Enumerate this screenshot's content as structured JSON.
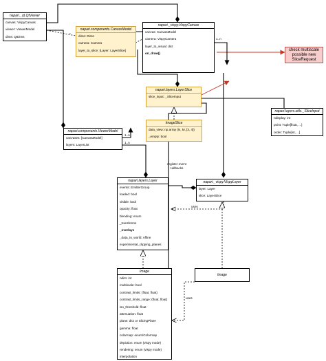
{
  "classes": {
    "qtviewer": {
      "title": "napari._qt.QtViewer",
      "attrs": [
        "canvas: VispyCanvas",
        "viewer: ViewerModel",
        "dims: QtDims"
      ]
    },
    "canvasmodel": {
      "title": "napari.components.CanvasModel",
      "attrs": [
        "dims: Dims",
        "camera: Camera",
        "layer_to_slice: {Layer: LayerSlice}"
      ]
    },
    "vispycanvas": {
      "title": "napari._vispy.VispyCanvas",
      "attrs": [
        "canvas: CanvasModel",
        "camera: VispyCamera",
        "layer_to_visual: dict",
        "on_draw()"
      ]
    },
    "layerslice": {
      "title": "napari.layers.LayerSlice",
      "attrs": [
        "slice_input: _SliceInput"
      ]
    },
    "sliceinput": {
      "title": "napari.layers.utils._SliceInput",
      "attrs": [
        "ndisplay: int",
        "point: Tuple[float, ...]",
        "order: Tuple[int, ...]"
      ]
    },
    "imageslice": {
      "title": "ImageSlice",
      "attrs": [
        "data_view: np.array (N, M, [3, 4])",
        "_empty: bool"
      ]
    },
    "viewermodel": {
      "title": "napari.components.ViewerModel",
      "attrs": [
        "canvases: [CanvasModel]",
        "layers: LayerList"
      ]
    },
    "layer": {
      "title": "napari.layers.Layer",
      "attrs": [
        "events: EmitterGroup",
        "loaded: bool",
        "visible: bool",
        "opacity: float",
        "blending: enum",
        "_transforms",
        "_overlays",
        "_data_to_world: Affine",
        "experimental_clipping_planes"
      ]
    },
    "vispylayer": {
      "title": "napari._vispy.VispyLayer",
      "attrs": [
        "layer: Layer",
        "slice: LayerSlice"
      ]
    },
    "image": {
      "title": "Image",
      "attrs": [
        "ndim: int",
        "multiscale: bool",
        "contrast_limits: (float, float)",
        "contrast_limits_range: (float, float)",
        "iso_threshold: float",
        "attenuation: float",
        "plane: dict or SlicingPlane",
        "gamma: float",
        "colormap: enum/Colormap",
        "depiction: enum (vispy mode)",
        "rendering: enum (vispy mode)",
        "interpolation"
      ]
    },
    "vispyimage": {
      "title": "Image",
      "attrs": []
    }
  },
  "note": {
    "text": "check multiscale possible new SliceRequest"
  },
  "edge_labels": {
    "star1": "*",
    "star2": "*",
    "mult_vc": "1..n",
    "mult_vm1": "1..n",
    "mult_vm2": "1..n",
    "register": "register event callbacks",
    "uses1": "uses",
    "uses2": "uses"
  },
  "colors": {
    "highlight_fill": "#fff2cc",
    "highlight_border": "#d6a13d",
    "note_fill": "#f8cecc",
    "note_border": "#b85450"
  }
}
